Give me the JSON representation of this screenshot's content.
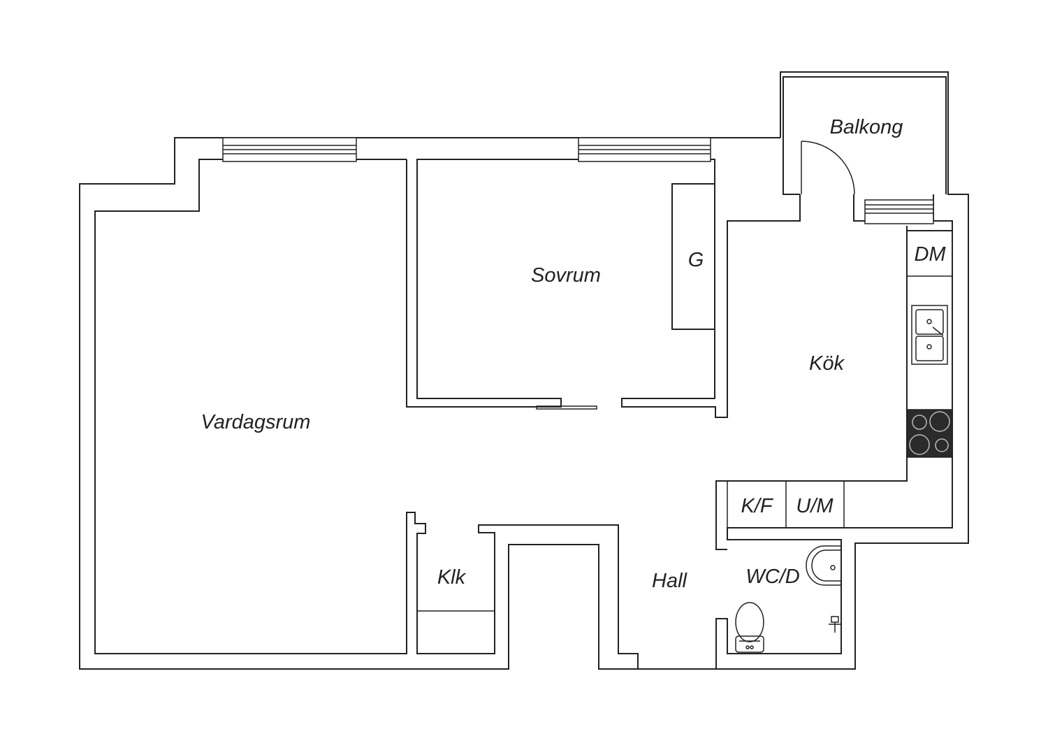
{
  "rooms": {
    "balkong": "Balkong",
    "sovrum": "Sovrum",
    "garderob": "G",
    "vardagsrum": "Vardagsrum",
    "kok": "Kök",
    "diskmaskin": "DM",
    "kyl_frys": "K/F",
    "ugn_mikro": "U/M",
    "klk": "Klk",
    "hall": "Hall",
    "wc_dusch": "WC/D"
  },
  "colors": {
    "line": "#222222",
    "background": "#ffffff",
    "stove": "#2b2b2b"
  }
}
